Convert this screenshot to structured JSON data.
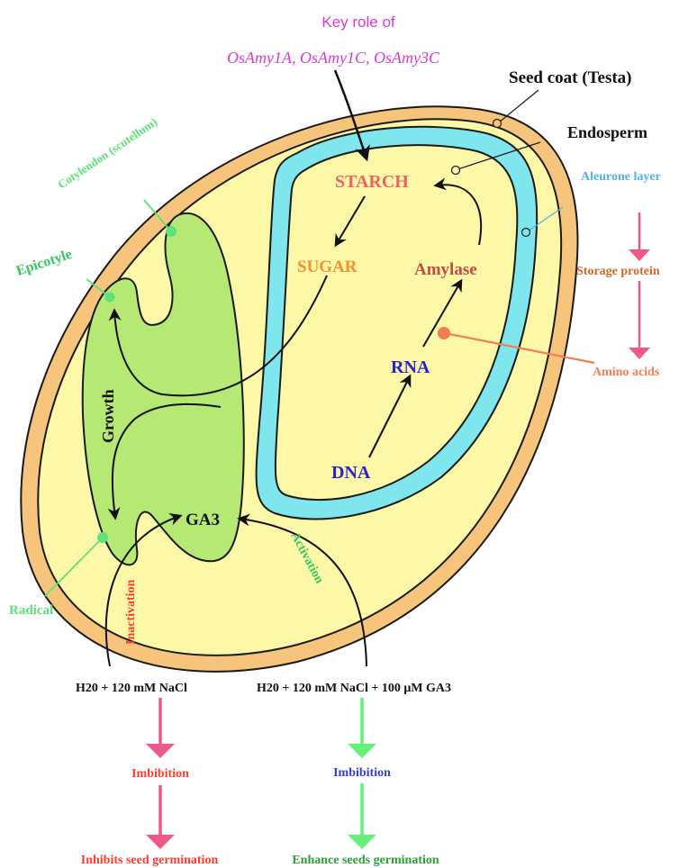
{
  "header": {
    "key_role_prefix": "Key role of",
    "genes": "OsAmy1A, OsAmy1C, OsAmy3C"
  },
  "labels": {
    "seed_coat": "Seed coat (Testa)",
    "endosperm": "Endosperm",
    "aleurone": "Aleurone layer",
    "storage_protein": "Storage protein",
    "amino_acids": "Amino acids",
    "cotyledon": "Cotylendon (scutellum)",
    "epicotyle": "Epicotyle",
    "growth": "Growth",
    "radical": "Radical",
    "starch": "STARCH",
    "sugar": "SUGAR",
    "amylase": "Amylase",
    "rna": "RNA",
    "dna": "DNA",
    "ga3": "GA3",
    "inactivation": "Inactivation",
    "activation": "Activation"
  },
  "treatments": {
    "left": {
      "condition": "H20 + 120 mM NaCl",
      "step": "Imbibition",
      "result": "Inhibits seed germination"
    },
    "right": {
      "condition": "H20 + 120 mM NaCl + 100 μM GA3",
      "step": "Imbibition",
      "result": "Enhance seeds germination"
    }
  },
  "colors": {
    "seed_coat": "#f6c47a",
    "endosperm": "#fdf7a8",
    "aleurone": "#7fe6ee",
    "embryo": "#b6e874",
    "magenta": "#d63ad6",
    "starch": "#ea6464",
    "sugar": "#f0932b",
    "amylase": "#c84848",
    "nucleic": "#2b22c8",
    "green_label": "#5ee07a",
    "pink_arrow": "#ee5a88",
    "green_arrow": "#66f07a",
    "aleurone_label": "#4fb4e6",
    "storage_protein": "#d8661c",
    "amino_acids": "#f07e52",
    "inhibit_red": "#ff3b2b",
    "enhance_green": "#2aa033",
    "imbibition_blue": "#3040c8"
  }
}
